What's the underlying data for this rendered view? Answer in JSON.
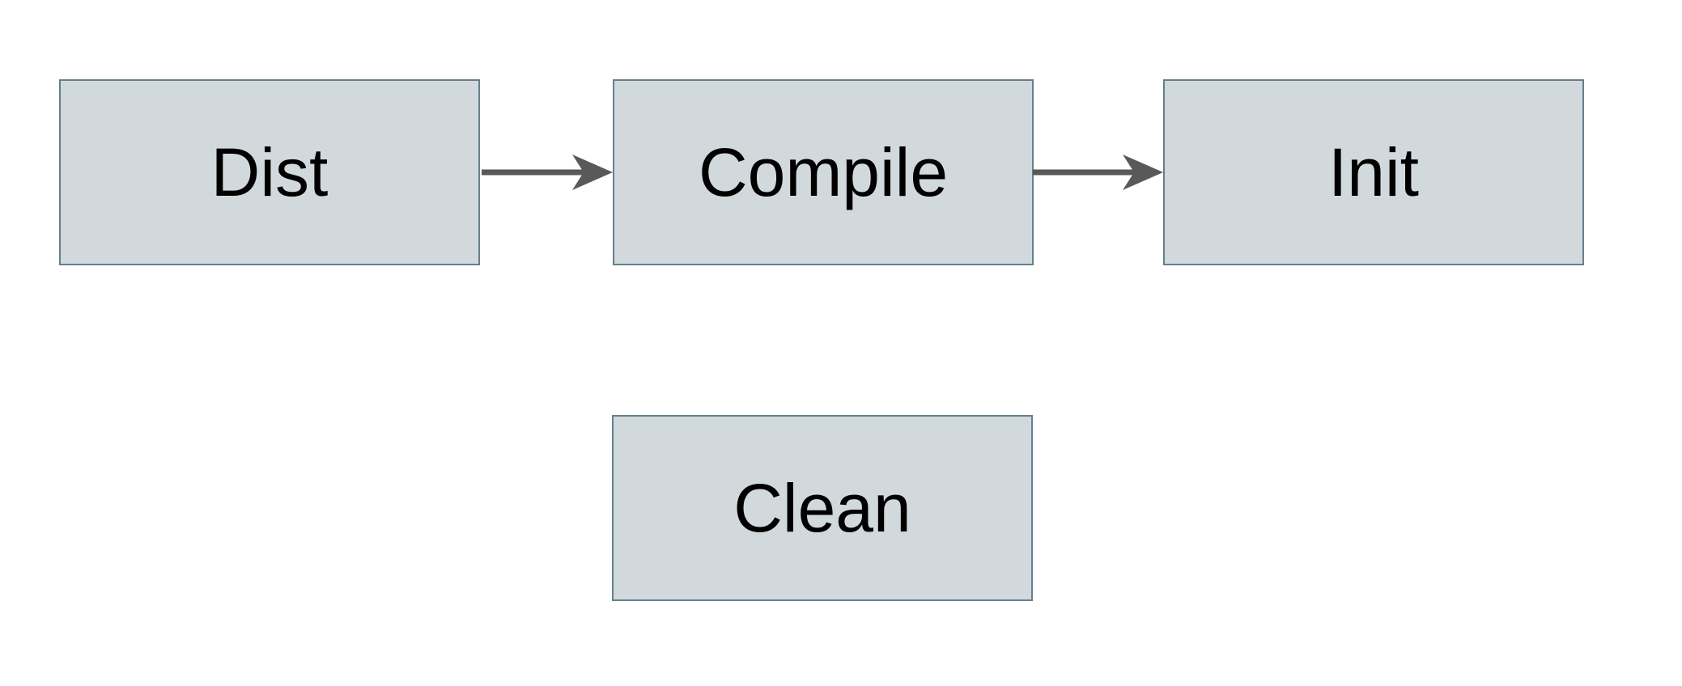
{
  "diagram": {
    "background": "#ffffff",
    "nodes": [
      {
        "id": "dist",
        "label": "Dist"
      },
      {
        "id": "compile",
        "label": "Compile"
      },
      {
        "id": "init",
        "label": "Init"
      },
      {
        "id": "clean",
        "label": "Clean"
      }
    ],
    "edges": [
      {
        "from": "Dist",
        "to": "Compile",
        "direction": "right"
      },
      {
        "from": "Compile",
        "to": "Init",
        "direction": "right"
      }
    ],
    "colors": {
      "node_fill": "#d1d9dc",
      "node_border": "#65808c",
      "arrow": "#595959",
      "label_text": "#000000"
    }
  }
}
